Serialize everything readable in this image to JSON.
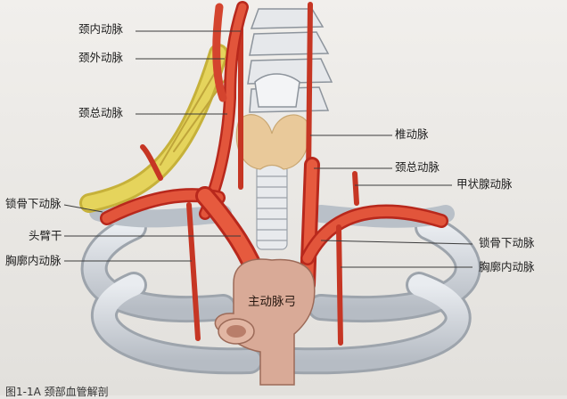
{
  "diagram": {
    "caption": "图1-1A  颈部血管解剖",
    "labels": {
      "internal_carotid": "颈内动脉",
      "external_carotid": "颈外动脉",
      "common_carotid_left_side": "颈总动脉",
      "vertebral": "椎动脉",
      "common_carotid_right_side": "颈总动脉",
      "thyroid": "甲状腺动脉",
      "subclavian_left_side": "锁骨下动脉",
      "brachiocephalic": "头臂干",
      "internal_thoracic_left_side": "胸廓内动脉",
      "subclavian_right_side": "锁骨下动脉",
      "internal_thoracic_right_side": "胸廓内动脉",
      "aortic_arch": "主动脉弓"
    }
  }
}
